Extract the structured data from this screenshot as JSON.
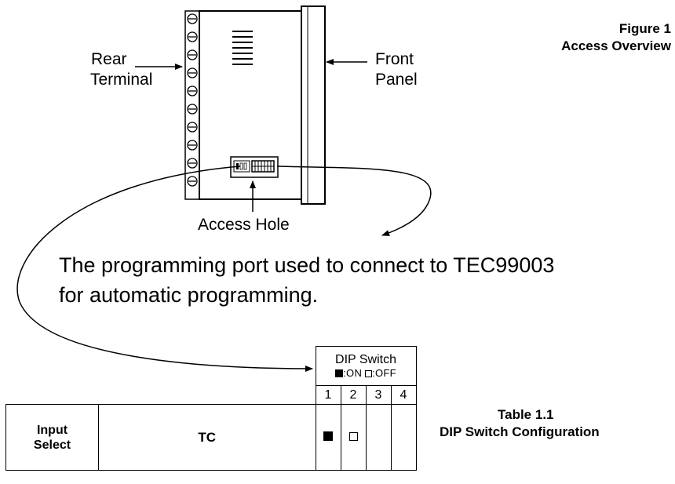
{
  "figure": {
    "label_rear": "Rear",
    "label_terminal": "Terminal",
    "label_front": "Front",
    "label_panel": "Panel",
    "label_access_hole": "Access Hole",
    "caption_line1": "Figure 1",
    "caption_line2": "Access Overview"
  },
  "description": {
    "line1": "The programming port used to connect to TEC99003",
    "line2": "for automatic programming."
  },
  "table": {
    "header_title": "DIP Switch",
    "header_on": ":ON",
    "header_off": ":OFF",
    "switch_numbers": [
      "1",
      "2",
      "3",
      "4"
    ],
    "row": {
      "label_line1": "Input",
      "label_line2": "Select",
      "value": "TC",
      "states": [
        "on",
        "off",
        "",
        ""
      ]
    },
    "caption_line1": "Table 1.1",
    "caption_line2": "DIP Switch Configuration"
  }
}
